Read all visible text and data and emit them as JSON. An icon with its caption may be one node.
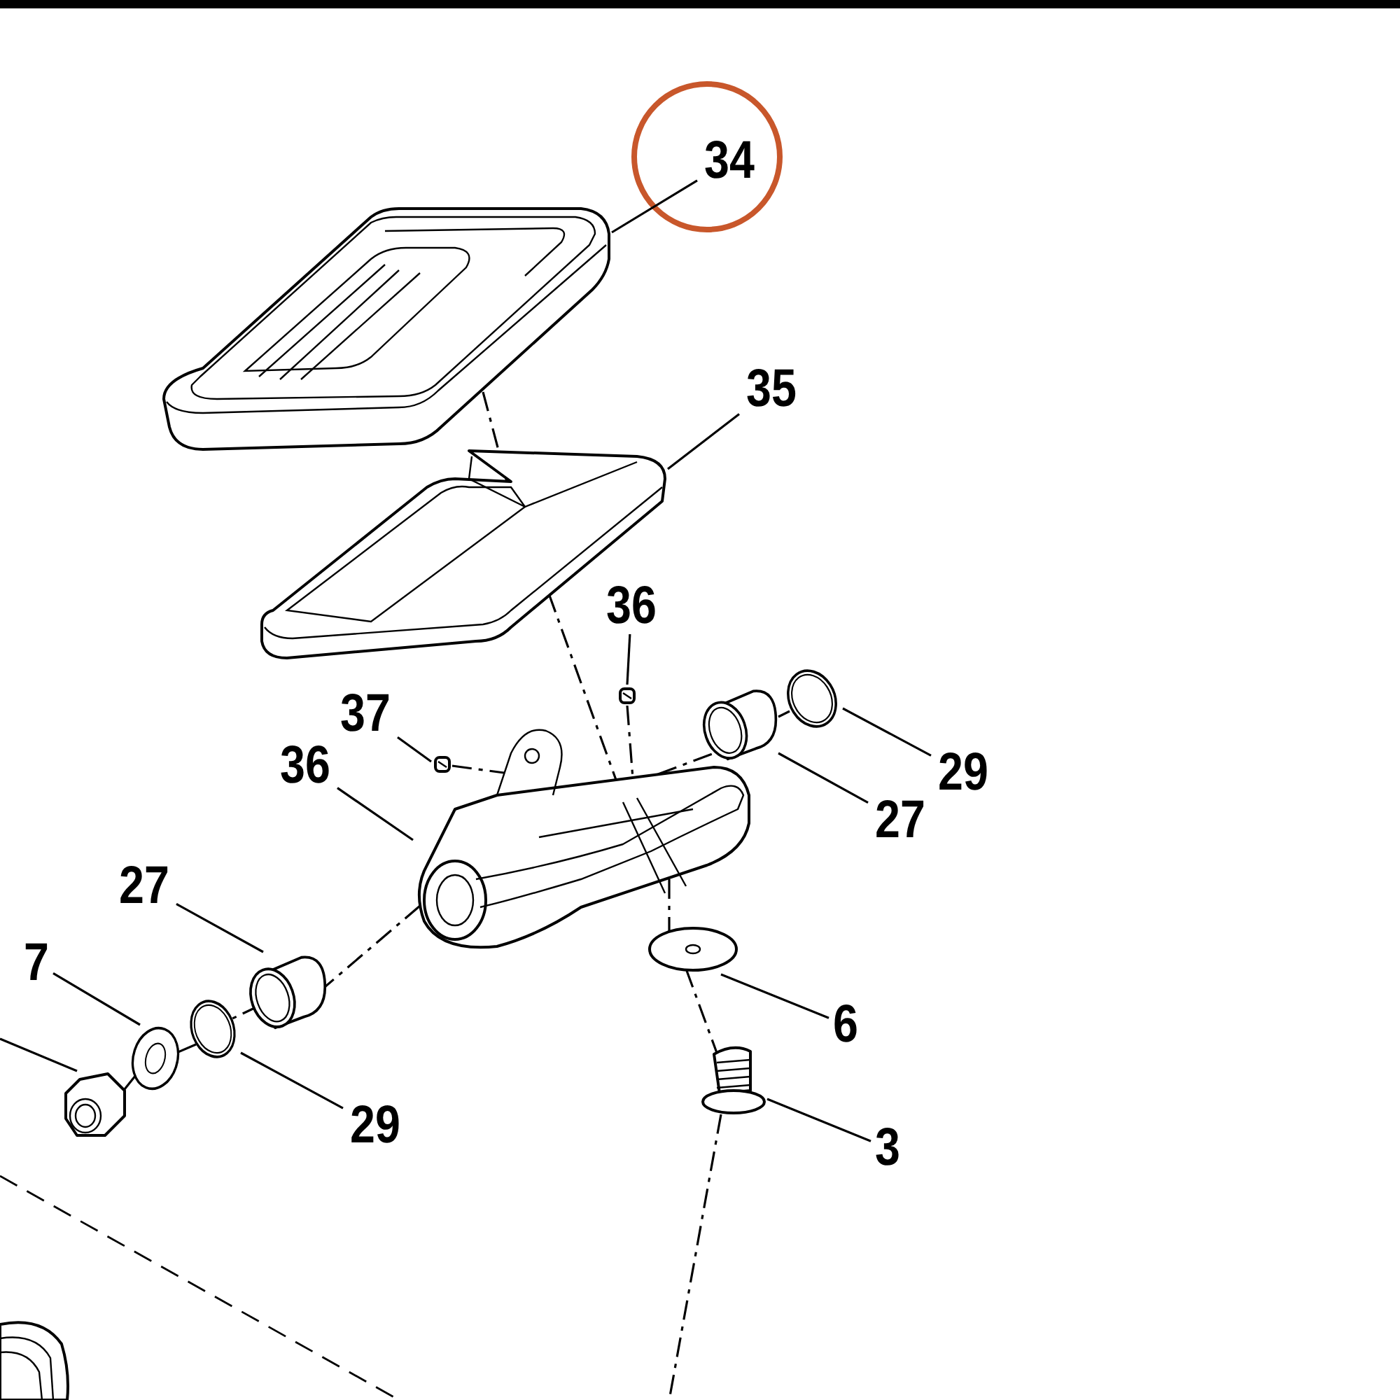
{
  "diagram": {
    "nodes": [
      {
        "text": [
          "34"
        ]
      },
      {
        "text": [],
        "shape": "picture"
      },
      {
        "text": [
          "35"
        ]
      },
      {
        "text": [],
        "shape": "picture"
      },
      {
        "text": [
          "36"
        ]
      },
      {
        "text": [],
        "shape": "picture"
      },
      {
        "text": [
          "37"
        ]
      },
      {
        "text": [],
        "shape": "picture"
      },
      {
        "text": [
          "36"
        ]
      },
      {
        "text": [],
        "shape": "picture"
      },
      {
        "text": [
          "29"
        ]
      },
      {
        "text": [],
        "shape": "picture"
      },
      {
        "text": [
          "27"
        ]
      },
      {
        "text": [],
        "shape": "picture"
      },
      {
        "text": [
          "27"
        ]
      },
      {
        "text": [],
        "shape": "picture"
      },
      {
        "text": [
          "7"
        ]
      },
      {
        "text": [],
        "shape": "picture"
      },
      {
        "text": [
          "29"
        ]
      },
      {
        "text": [],
        "shape": "picture"
      },
      {
        "text": [
          "6"
        ]
      },
      {
        "text": [],
        "shape": "picture"
      },
      {
        "text": [
          "3"
        ]
      },
      {
        "text": [],
        "shape": "picture"
      },
      {
        "text": [],
        "shape": "picture"
      },
      {
        "text": [],
        "shape": "picture"
      }
    ],
    "edges": [
      {
        "from": 0,
        "to": 1,
        "arrow": "none"
      },
      {
        "from": 2,
        "to": 3,
        "arrow": "none"
      },
      {
        "from": 4,
        "to": 5,
        "arrow": "none"
      },
      {
        "from": 6,
        "to": 7,
        "arrow": "none"
      },
      {
        "from": 8,
        "to": 9,
        "arrow": "none"
      },
      {
        "from": 10,
        "to": 11,
        "arrow": "none"
      },
      {
        "from": 12,
        "to": 13,
        "arrow": "none"
      },
      {
        "from": 14,
        "to": 15,
        "arrow": "none"
      },
      {
        "from": 16,
        "to": 17,
        "arrow": "none"
      },
      {
        "from": 18,
        "to": 19,
        "arrow": "none"
      },
      {
        "from": 20,
        "to": 21,
        "arrow": "none"
      },
      {
        "from": 22,
        "to": 23,
        "arrow": "none"
      },
      {
        "from": null,
        "to": 24,
        "arrow": "none"
      },
      {
        "from": 1,
        "to": 3,
        "arrow": "none",
        "style": "dashed"
      },
      {
        "from": 3,
        "to": 9,
        "arrow": "none",
        "style": "dashed"
      },
      {
        "from": 5,
        "to": 9,
        "arrow": "none",
        "style": "dashed"
      },
      {
        "from": 7,
        "to": 9,
        "arrow": "none",
        "style": "dashed"
      },
      {
        "from": 9,
        "to": 13,
        "arrow": "none",
        "style": "dashed"
      },
      {
        "from": 13,
        "to": 11,
        "arrow": "none",
        "style": "dashed"
      },
      {
        "from": 9,
        "to": 15,
        "arrow": "none",
        "style": "dashed"
      },
      {
        "from": 15,
        "to": 19,
        "arrow": "none",
        "style": "dashed"
      },
      {
        "from": 19,
        "to": 17,
        "arrow": "none",
        "style": "dashed"
      },
      {
        "from": 17,
        "to": 24,
        "arrow": "none",
        "style": "dashed"
      },
      {
        "from": 9,
        "to": 21,
        "arrow": "none",
        "style": "dashed"
      },
      {
        "from": 21,
        "to": 23,
        "arrow": "none",
        "style": "dashed"
      },
      {
        "from": 23,
        "to": null,
        "arrow": "none",
        "style": "dashed"
      }
    ]
  }
}
